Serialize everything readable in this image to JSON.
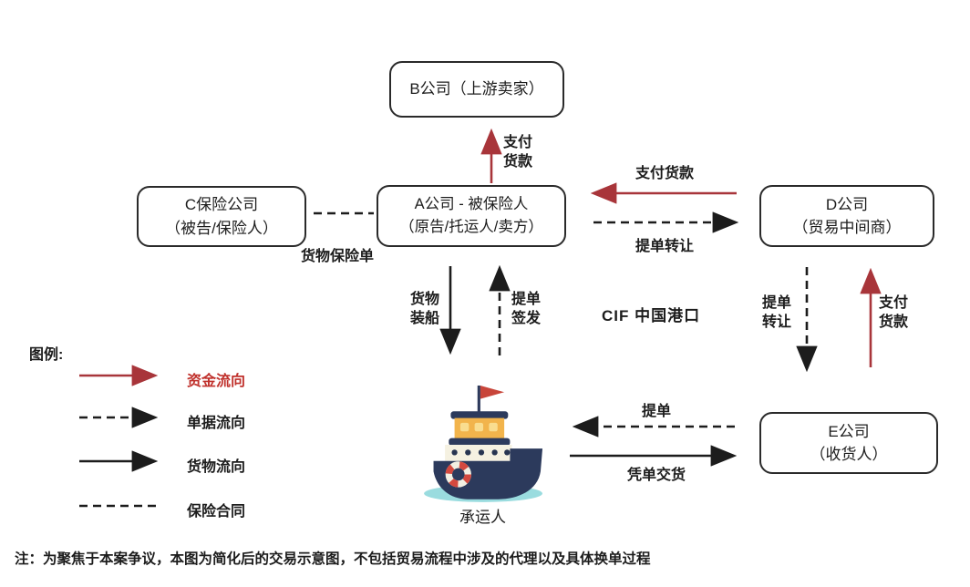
{
  "colors": {
    "red-arrow": "#a8353a",
    "red-text": "#c0312c",
    "ink": "#1c1c1c"
  },
  "nodes": {
    "b": {
      "label": "B公司（上游卖家）"
    },
    "c": {
      "label": "C保险公司\n（被告/保险人）"
    },
    "a": {
      "label": "A公司 - 被保险人\n（原告/托运人/卖方）"
    },
    "d": {
      "label": "D公司\n（贸易中间商）"
    },
    "e": {
      "label": "E公司\n（收货人）"
    },
    "carrier": {
      "label": "承运人",
      "icon": "ship-icon"
    }
  },
  "edges": {
    "pay_a_to_b": {
      "label": "支付\n货款",
      "type": "money"
    },
    "pay_d_to_a": {
      "label": "支付货款",
      "type": "money"
    },
    "bl_transfer_a_to_d": {
      "label": "提单转让",
      "type": "document"
    },
    "insurance_c_a": {
      "label": "货物保险单",
      "type": "insurance"
    },
    "goods_a_to_ship": {
      "label": "货物\n装船",
      "type": "goods"
    },
    "bl_issue_ship_to_a": {
      "label": "提单\n签发",
      "type": "document"
    },
    "bl_transfer_d_to_e": {
      "label": "提单\n转让",
      "type": "document"
    },
    "pay_e_to_d": {
      "label": "支付\n货款",
      "type": "money"
    },
    "bl_e_to_ship": {
      "label": "提单",
      "type": "document"
    },
    "delivery_ship_to_e": {
      "label": "凭单交货",
      "type": "goods"
    }
  },
  "annotations": {
    "cif": "CIF 中国港口",
    "note": "注：为聚焦于本案争议，本图为简化后的交易示意图，不包括贸易流程中涉及的代理以及具体换单过程"
  },
  "legend": {
    "title": "图例:",
    "items": [
      {
        "label": "资金流向",
        "type": "money"
      },
      {
        "label": "单据流向",
        "type": "document"
      },
      {
        "label": "货物流向",
        "type": "goods"
      },
      {
        "label": "保险合同",
        "type": "insurance"
      }
    ]
  }
}
